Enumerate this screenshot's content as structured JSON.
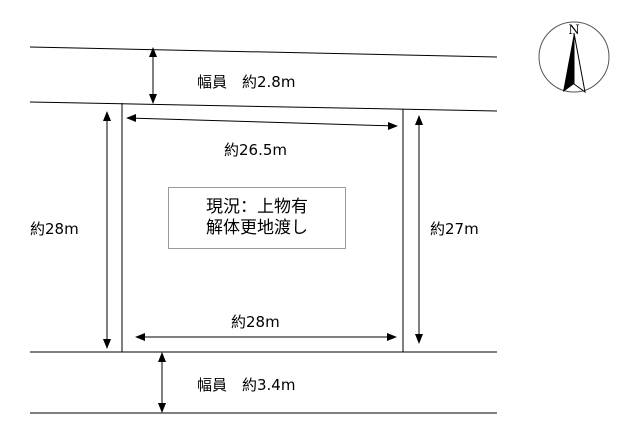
{
  "roads": {
    "north_width": "幅員　約2.8m",
    "south_width": "幅員　約3.4m"
  },
  "lot": {
    "top_edge": "約26.5m",
    "bottom_edge": "約28m",
    "left_edge": "約28m",
    "right_edge": "約27m"
  },
  "status": {
    "line1": "現況：上物有",
    "line2": "解体更地渡し"
  },
  "compass": {
    "north_label": "N"
  }
}
